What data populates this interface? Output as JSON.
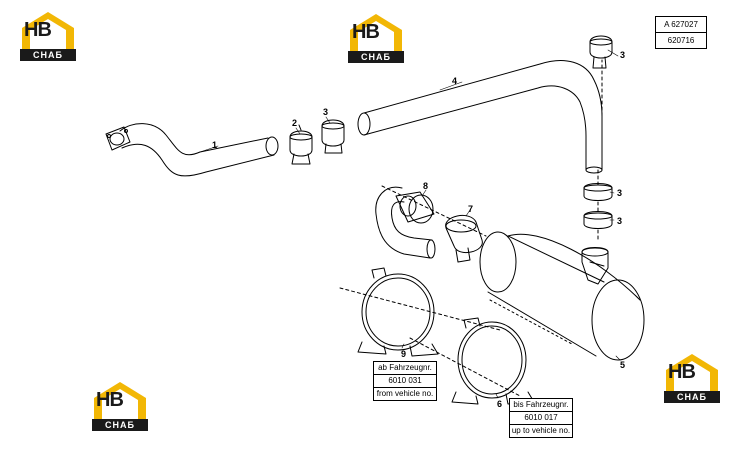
{
  "reference": {
    "code_a": "A 627027",
    "code_b": "620716"
  },
  "brand": {
    "logo_mark": "HB",
    "logo_word": "СНАБ",
    "accent": "#f2b705",
    "dark": "#1a1a1a"
  },
  "parts": {
    "p1": "1",
    "p2": "2",
    "p3a": "3",
    "p3b": "3",
    "p3c": "3",
    "p3d": "3",
    "p4": "4",
    "p5": "5",
    "p6": "6",
    "p7": "7",
    "p8": "8",
    "p9": "9"
  },
  "note_from": {
    "line1": "ab Fahrzeugnr.",
    "line2": "6010 031",
    "line3": "from vehicle no."
  },
  "note_to": {
    "line1": "bis Fahrzeugnr.",
    "line2": "6010 017",
    "line3": "up to vehicle no."
  }
}
